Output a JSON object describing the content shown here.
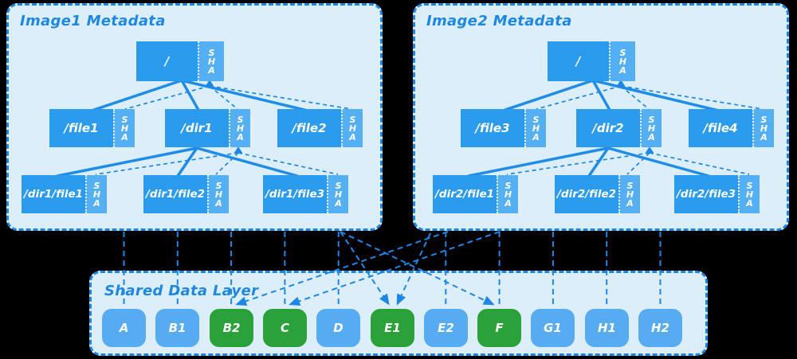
{
  "image1": {
    "title": "Image1 Metadata",
    "root": {
      "label": "/",
      "sha": "SHA"
    },
    "children": [
      {
        "label": "/file1",
        "sha": "SHA"
      },
      {
        "label": "/dir1",
        "sha": "SHA"
      },
      {
        "label": "/file2",
        "sha": "SHA"
      }
    ],
    "leaves": [
      {
        "label": "/dir1/file1",
        "sha": "SHA"
      },
      {
        "label": "/dir1/file2",
        "sha": "SHA"
      },
      {
        "label": "/dir1/file3",
        "sha": "SHA"
      }
    ]
  },
  "image2": {
    "title": "Image2 Metadata",
    "root": {
      "label": "/",
      "sha": "SHA"
    },
    "children": [
      {
        "label": "/file3",
        "sha": "SHA"
      },
      {
        "label": "/dir2",
        "sha": "SHA"
      },
      {
        "label": "/file4",
        "sha": "SHA"
      }
    ],
    "leaves": [
      {
        "label": "/dir2/file1",
        "sha": "SHA"
      },
      {
        "label": "/dir2/file2",
        "sha": "SHA"
      },
      {
        "label": "/dir2/file3",
        "sha": "SHA"
      }
    ]
  },
  "shared": {
    "title": "Shared Data Layer",
    "blocks": [
      {
        "label": "A",
        "shared": false
      },
      {
        "label": "B1",
        "shared": false
      },
      {
        "label": "B2",
        "shared": true
      },
      {
        "label": "C",
        "shared": true
      },
      {
        "label": "D",
        "shared": false
      },
      {
        "label": "E1",
        "shared": true
      },
      {
        "label": "E2",
        "shared": false
      },
      {
        "label": "F",
        "shared": true
      },
      {
        "label": "G1",
        "shared": false
      },
      {
        "label": "H1",
        "shared": false
      },
      {
        "label": "H2",
        "shared": false
      }
    ]
  },
  "colors": {
    "background": "#000000",
    "panel_bg": "#ddeefb",
    "accent_border": "#1d87e8",
    "title_text": "#1e88e0",
    "node_main": "#2b9bed",
    "node_sha": "#55aff3",
    "block_blue": "#57abf0",
    "block_green": "#2ba13a",
    "line": "#1d87e8",
    "node_text": "#ffffff"
  }
}
